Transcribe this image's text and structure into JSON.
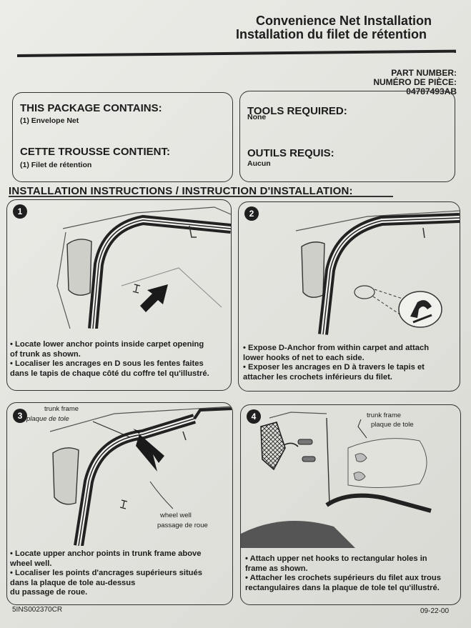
{
  "title_en": "Convenience Net Installation",
  "title_fr": "Installation du filet de rétention",
  "part_label_en": "PART NUMBER:",
  "part_label_fr": "NUMÉRO DE PIÈCE:",
  "part_number": "04787493AB",
  "package": {
    "heading_en": "THIS PACKAGE CONTAINS:",
    "item_en": "(1) Envelope Net",
    "heading_fr": "CETTE TROUSSE CONTIENT:",
    "item_fr": "(1) Filet de rétention"
  },
  "tools": {
    "heading_en": "TOOLS REQUIRED:",
    "item_en": "None",
    "heading_fr": "OUTILS REQUIS:",
    "item_fr": "Aucun"
  },
  "instructions_heading": "INSTALLATION INSTRUCTIONS / INSTRUCTION D'INSTALLATION:",
  "steps": [
    {
      "number": "1",
      "lines": [
        "• Locate lower anchor points inside carpet opening",
        "of trunk as shown.",
        "• Localiser les ancrages en D sous les fentes faites",
        "dans le tapis de chaque côté du coffre tel qu'illustré."
      ]
    },
    {
      "number": "2",
      "lines": [
        "• Expose D-Anchor from within carpet and attach",
        "lower hooks of net to each side.",
        "• Exposer les ancrages en D à travers le tapis et",
        "attacher les crochets inférieurs du filet."
      ]
    },
    {
      "number": "3",
      "lines": [
        "• Locate upper anchor points in trunk frame above",
        "wheel well.",
        "• Localiser les points d'ancrages supérieurs situés",
        "dans la plaque de tole au-dessus",
        "du passage de roue."
      ],
      "label_frame_en": "trunk frame",
      "label_frame_fr": "plaque de tole",
      "label_well_en": "wheel well",
      "label_well_fr": "passage de roue"
    },
    {
      "number": "4",
      "lines": [
        "• Attach upper net hooks to rectangular holes in",
        "frame as shown.",
        "• Attacher les crochets supérieurs du filet aux trous",
        "rectangulaires dans la plaque de tole tel qu'illustré."
      ],
      "label_frame_en": "trunk frame",
      "label_frame_fr": "plaque de tole"
    }
  ],
  "footer_code": "5INS002370CR",
  "footer_date": "09-22-00"
}
